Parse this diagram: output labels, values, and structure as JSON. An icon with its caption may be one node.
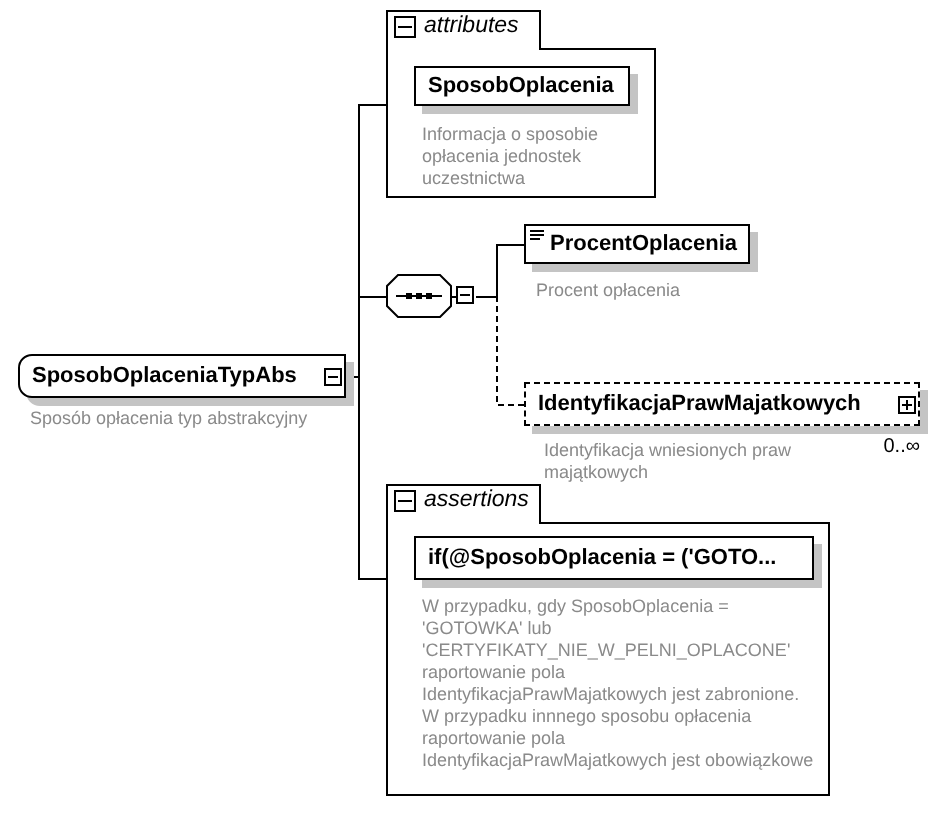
{
  "diagram": {
    "nodes": [
      {
        "text": [
          "SposobOplaceniaTypAbs"
        ],
        "beside": [
          "Sposób opłacenia typ abstrakcyjny"
        ]
      },
      {
        "text": [
          "attributes"
        ]
      },
      {
        "text": [
          "SposobOplacenia"
        ],
        "in": 1,
        "beside": [
          "Informacja o sposobie opłacenia jednostek uczestnictwa"
        ]
      },
      {
        "text": [],
        "shape": "octagon"
      },
      {
        "text": [
          "ProcentOplacenia"
        ],
        "beside": [
          "Procent opłacenia"
        ]
      },
      {
        "text": [
          "IdentyfikacjaPrawMajatkowych"
        ],
        "beside": [
          "0..∞",
          "Identyfikacja wniesionych praw majątkowych"
        ]
      },
      {
        "text": [
          "assertions"
        ]
      },
      {
        "text": [
          "if(@SposobOplacenia = ('GOTO..."
        ],
        "in": 6,
        "beside": [
          "W przypadku, gdy SposobOplacenia = 'GOTOWKA' lub 'CERTYFIKATY_NIE_W_PELNI_OPLACONE' raportowanie pola IdentyfikacjaPrawMajatkowych jest zabronione. W przypadku innnego sposobu opłacenia raportowanie pola IdentyfikacjaPrawMajatkowych jest obowiązkowe"
        ]
      }
    ],
    "edges": [
      {
        "from": 0,
        "to": 1,
        "arrow": "none"
      },
      {
        "from": 0,
        "to": 3,
        "arrow": "none"
      },
      {
        "from": 0,
        "to": 6,
        "arrow": "none"
      },
      {
        "from": 3,
        "to": 4,
        "arrow": "none"
      },
      {
        "from": 3,
        "to": 5,
        "arrow": "none",
        "style": "dashed"
      }
    ]
  }
}
